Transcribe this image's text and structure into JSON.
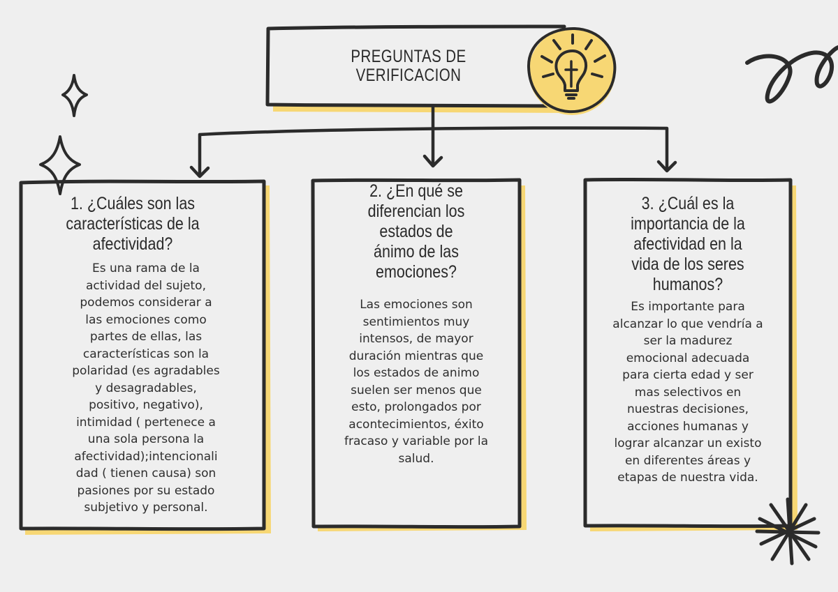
{
  "title": {
    "lines": [
      "PREGUNTAS DE",
      "VERIFICACION"
    ],
    "icon": "lightbulb-icon"
  },
  "colors": {
    "accent": "#f7d774",
    "stroke": "#2b2b2b",
    "background": "#efefef"
  },
  "cards": [
    {
      "question_lines": [
        "1. ¿Cuáles son las",
        "características de la",
        "afectividad?"
      ],
      "answer_lines": [
        "Es una rama de la",
        "actividad del sujeto,",
        "podemos considerar a",
        "las emociones como",
        "partes de ellas, las",
        "características son la",
        "polaridad (es agradables",
        "y desagradables,",
        "positivo, negativo),",
        "intimidad ( pertenece a",
        "una sola persona la",
        "afectividad);intencionali",
        "dad ( tienen causa)  son",
        "pasiones por su estado",
        "subjetivo y personal."
      ]
    },
    {
      "question_lines": [
        "2. ¿En qué se",
        "diferencian los",
        "estados de",
        "ánimo de las",
        "emociones?"
      ],
      "answer_lines": [
        "Las emociones son",
        "sentimientos muy",
        "intensos, de mayor",
        "duración mientras que",
        "los estados de animo",
        "suelen ser menos que",
        "esto, prolongados por",
        "acontecimientos, éxito",
        "fracaso y variable por la",
        "salud."
      ]
    },
    {
      "question_lines": [
        "3. ¿Cuál es la",
        "importancia de la",
        "afectividad en la",
        "vida de los seres",
        "humanos?"
      ],
      "answer_lines": [
        "Es importante para",
        "alcanzar lo que vendría a",
        "ser la madurez",
        "emocional adecuada",
        "para cierta edad y ser",
        "mas selectivos en",
        "nuestras decisiones,",
        "acciones humanas y",
        "lograr alcanzar un existo",
        "en diferentes áreas y",
        "etapas de nuestra vida."
      ]
    }
  ]
}
